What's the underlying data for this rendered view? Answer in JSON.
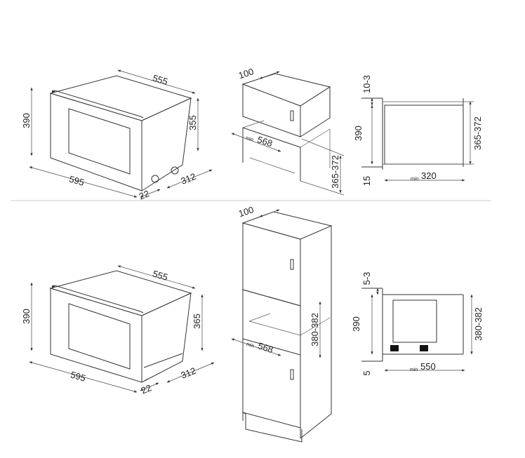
{
  "colors": {
    "line": "#333333",
    "text": "#222222",
    "separator": "#cccccc",
    "foot": "#111111"
  },
  "top": {
    "oven": {
      "width": "595",
      "height": "390",
      "depth": "555",
      "body_height": "355",
      "body_depth": "312",
      "front_offset": "22"
    },
    "cabinet": {
      "top_depth": "100",
      "niche_depth_min": "min",
      "niche_depth": "568",
      "niche_height": "365-372"
    },
    "side": {
      "top_gap": "10-3",
      "height": "390",
      "bottom_gap": "15",
      "depth_min": "min",
      "depth": "320",
      "niche_height": "365-372"
    }
  },
  "bottom": {
    "oven": {
      "width": "595",
      "height": "390",
      "depth": "555",
      "body_height": "365",
      "body_depth": "312",
      "front_offset": "22"
    },
    "cabinet": {
      "top_depth": "100",
      "niche_depth_min": "min",
      "niche_depth": "568",
      "niche_height": "380-382"
    },
    "side": {
      "top_gap": "5-3",
      "height": "390",
      "bottom_gap": "5",
      "depth_min": "min",
      "depth": "550",
      "niche_height": "380-382"
    }
  }
}
